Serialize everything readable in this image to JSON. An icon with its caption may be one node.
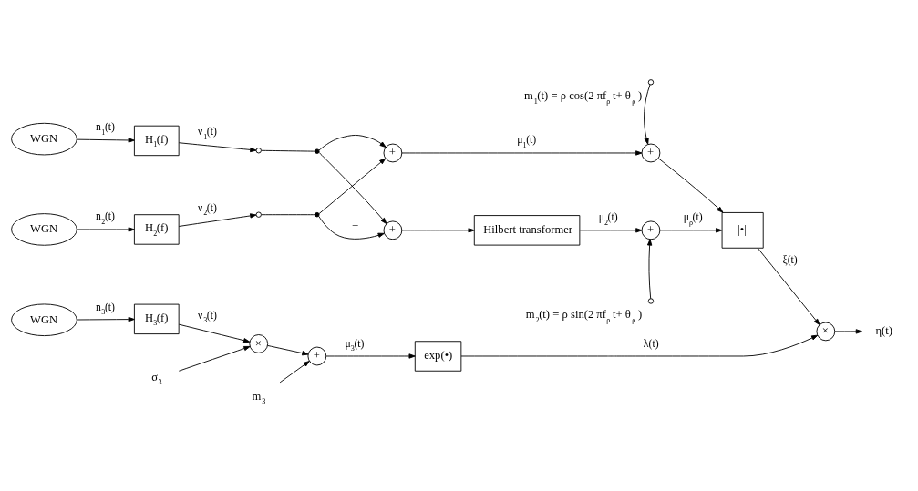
{
  "diagram": {
    "nodes": [
      {
        "text": [
          "WGN"
        ]
      },
      {
        "text": [
          "H$_{1}$(f)"
        ]
      },
      {
        "text": [
          "WGN"
        ]
      },
      {
        "text": [
          "H$_{2}$(f)"
        ]
      },
      {
        "text": [
          "WGN"
        ]
      },
      {
        "text": [
          "H$_{3}$(f)"
        ]
      },
      {
        "text": [],
        "shape": "circle"
      },
      {
        "text": [],
        "shape": "circle"
      },
      {
        "text": [],
        "shape": "dot"
      },
      {
        "text": [],
        "shape": "dot"
      },
      {
        "text": [
          "+"
        ]
      },
      {
        "text": [
          "+"
        ]
      },
      {
        "text": [
          "Hilbert transformer"
        ]
      },
      {
        "text": [
          "+"
        ]
      },
      {
        "text": [
          "+"
        ]
      },
      {
        "text": [
          "|•|"
        ]
      },
      {
        "text": [
          "×"
        ]
      },
      {
        "text": [
          "×"
        ]
      },
      {
        "text": [
          "+"
        ]
      },
      {
        "text": [
          "exp(•)"
        ]
      },
      {
        "text": [],
        "shape": "circle",
        "beside": [
          "m$_{1}$(t) = ρ cos(2 πf$_{ρ}$ t+ θ$_{ρ}$ )"
        ]
      },
      {
        "text": [],
        "shape": "circle",
        "beside": [
          "m$_{2}$(t) = ρ sin(2 πf$_{ρ}$ t+ θ$_{ρ}$ )"
        ]
      },
      {
        "text": [
          "σ$_{3}$"
        ]
      },
      {
        "text": [
          "m$_{3}$"
        ]
      },
      {
        "text": [
          "η(t)"
        ]
      }
    ],
    "edges": [
      {
        "from": 0,
        "to": 1,
        "arrow": "to",
        "label": "n$_{1}$(t)"
      },
      {
        "from": 1,
        "to": 6,
        "arrow": "to",
        "label": "ν$_{1}$(t)"
      },
      {
        "from": 6,
        "to": 8,
        "arrow": "none"
      },
      {
        "from": 8,
        "to": 10,
        "arrow": "to"
      },
      {
        "from": 8,
        "to": 11,
        "arrow": "to"
      },
      {
        "from": 2,
        "to": 3,
        "arrow": "to",
        "label": "n$_{2}$(t)"
      },
      {
        "from": 3,
        "to": 7,
        "arrow": "to",
        "label": "ν$_{2}$(t)"
      },
      {
        "from": 7,
        "to": 9,
        "arrow": "none"
      },
      {
        "from": 9,
        "to": 10,
        "arrow": "to"
      },
      {
        "from": 9,
        "to": 11,
        "arrow": "to",
        "label": "–"
      },
      {
        "from": 10,
        "to": 13,
        "arrow": "to",
        "label": "μ$_{1}$(t)"
      },
      {
        "from": 20,
        "to": 13,
        "arrow": "to"
      },
      {
        "from": 11,
        "to": 12,
        "arrow": "to"
      },
      {
        "from": 12,
        "to": 14,
        "arrow": "to",
        "label": "μ$_{2}$(t)"
      },
      {
        "from": 21,
        "to": 14,
        "arrow": "to"
      },
      {
        "from": 13,
        "to": 15,
        "arrow": "to"
      },
      {
        "from": 14,
        "to": 15,
        "arrow": "to",
        "label": "μ$_{ρ}$(t)"
      },
      {
        "from": 15,
        "to": 16,
        "arrow": "to",
        "label": "ξ(t)"
      },
      {
        "from": 16,
        "to": 24,
        "arrow": "to"
      },
      {
        "from": 4,
        "to": 5,
        "arrow": "to",
        "label": "n$_{3}$(t)"
      },
      {
        "from": 5,
        "to": 17,
        "arrow": "to",
        "label": "ν$_{3}$(t)"
      },
      {
        "from": 22,
        "to": 17,
        "arrow": "to"
      },
      {
        "from": 17,
        "to": 18,
        "arrow": "to"
      },
      {
        "from": 23,
        "to": 18,
        "arrow": "to"
      },
      {
        "from": 18,
        "to": 19,
        "arrow": "to",
        "label": "μ$_{3}$(t)"
      },
      {
        "from": 19,
        "to": 16,
        "arrow": "to",
        "label": "λ(t)"
      }
    ]
  }
}
